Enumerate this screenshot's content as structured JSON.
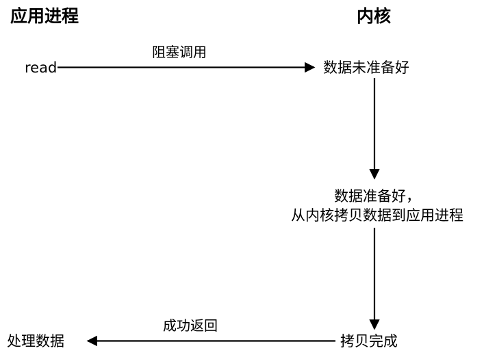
{
  "diagram": {
    "title_left": "应用进程",
    "title_right": "内核",
    "background_color": "#ffffff",
    "line_color": "#000000",
    "nodes": [
      {
        "id": "read",
        "label": "read"
      },
      {
        "id": "data-not-ready",
        "label": "数据未准备好"
      },
      {
        "id": "data-ready-line1",
        "label": "数据准备好，"
      },
      {
        "id": "data-ready-line2",
        "label": "从内核拷贝数据到应用进程"
      },
      {
        "id": "copy-complete",
        "label": "拷贝完成"
      },
      {
        "id": "process-data",
        "label": "处理数据"
      }
    ],
    "edges": [
      {
        "id": "blocking-call",
        "label": "阻塞调用",
        "direction": "right"
      },
      {
        "id": "kernel-wait",
        "label": "",
        "direction": "down"
      },
      {
        "id": "kernel-copy",
        "label": "",
        "direction": "down"
      },
      {
        "id": "success-return",
        "label": "成功返回",
        "direction": "left"
      }
    ]
  }
}
